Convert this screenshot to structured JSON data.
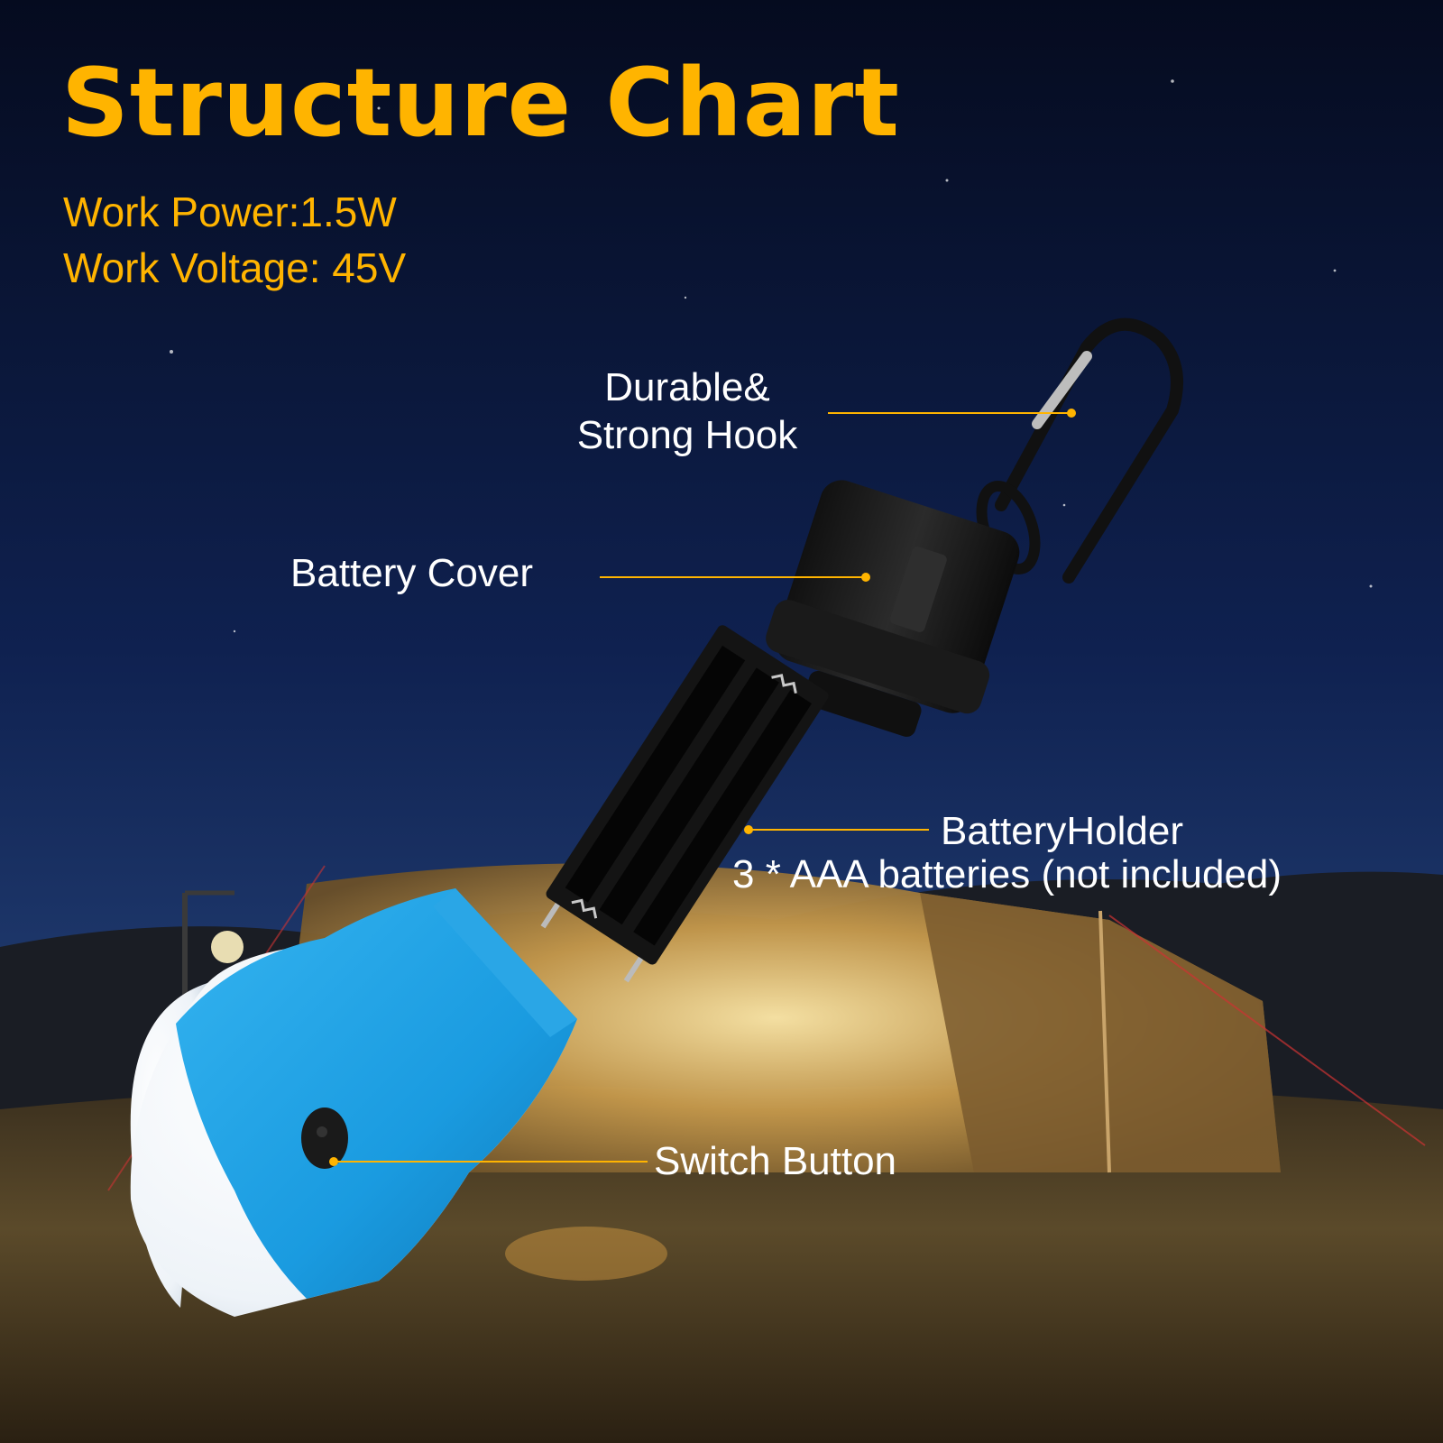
{
  "header": {
    "title": "Structure Chart",
    "work_power": "Work Power:1.5W",
    "work_voltage": "Work Voltage: 45V"
  },
  "callouts": {
    "hook_line1": "Durable&",
    "hook_line2": "Strong Hook",
    "battery_cover": "Battery Cover",
    "battery_holder": "BatteryHolder",
    "battery_note": "3 * AAA batteries (not included)",
    "switch_button": "Switch Button"
  },
  "colors": {
    "accent": "#ffb400",
    "label_text": "#ffffff",
    "bulb_blue": "#1a9be0",
    "bulb_white": "#f4f7fb",
    "sky_dark": "#0a1530"
  }
}
